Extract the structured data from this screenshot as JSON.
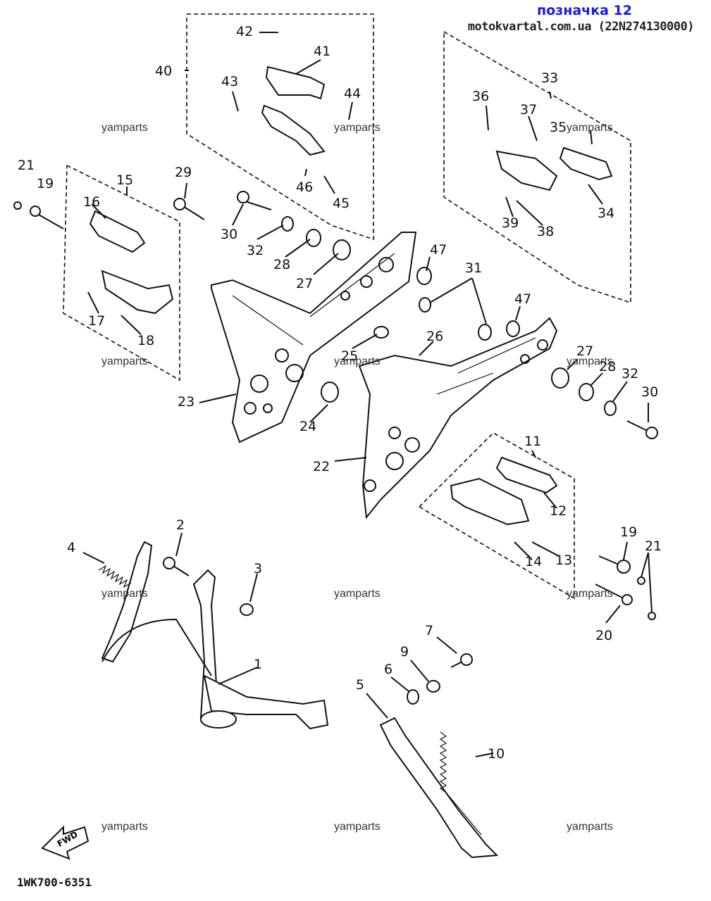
{
  "header": {
    "title": "позначка 12",
    "subtitle": "motokvartal.com.ua (22N274130000)"
  },
  "watermark": "yamparts",
  "diagram_code": "1WK700-6351",
  "fwd_label": "FWD",
  "callouts": {
    "n1": "1",
    "n2": "2",
    "n3": "3",
    "n4": "4",
    "n5": "5",
    "n6": "6",
    "n7": "7",
    "n9": "9",
    "n10": "10",
    "n11": "11",
    "n12": "12",
    "n13": "13",
    "n14": "14",
    "n15": "15",
    "n16": "16",
    "n17": "17",
    "n18": "18",
    "n19a": "19",
    "n19b": "19",
    "n20": "20",
    "n21a": "21",
    "n21b": "21",
    "n22": "22",
    "n23": "23",
    "n24": "24",
    "n25": "25",
    "n26": "26",
    "n27a": "27",
    "n27b": "27",
    "n28a": "28",
    "n28b": "28",
    "n29": "29",
    "n30a": "30",
    "n30b": "30",
    "n31": "31",
    "n32a": "32",
    "n32b": "32",
    "n33": "33",
    "n34": "34",
    "n35": "35",
    "n36": "36",
    "n37": "37",
    "n38": "38",
    "n39": "39",
    "n40": "40",
    "n41": "41",
    "n42": "42",
    "n43": "43",
    "n44": "44",
    "n45": "45",
    "n46": "46",
    "n47a": "47",
    "n47b": "47"
  }
}
